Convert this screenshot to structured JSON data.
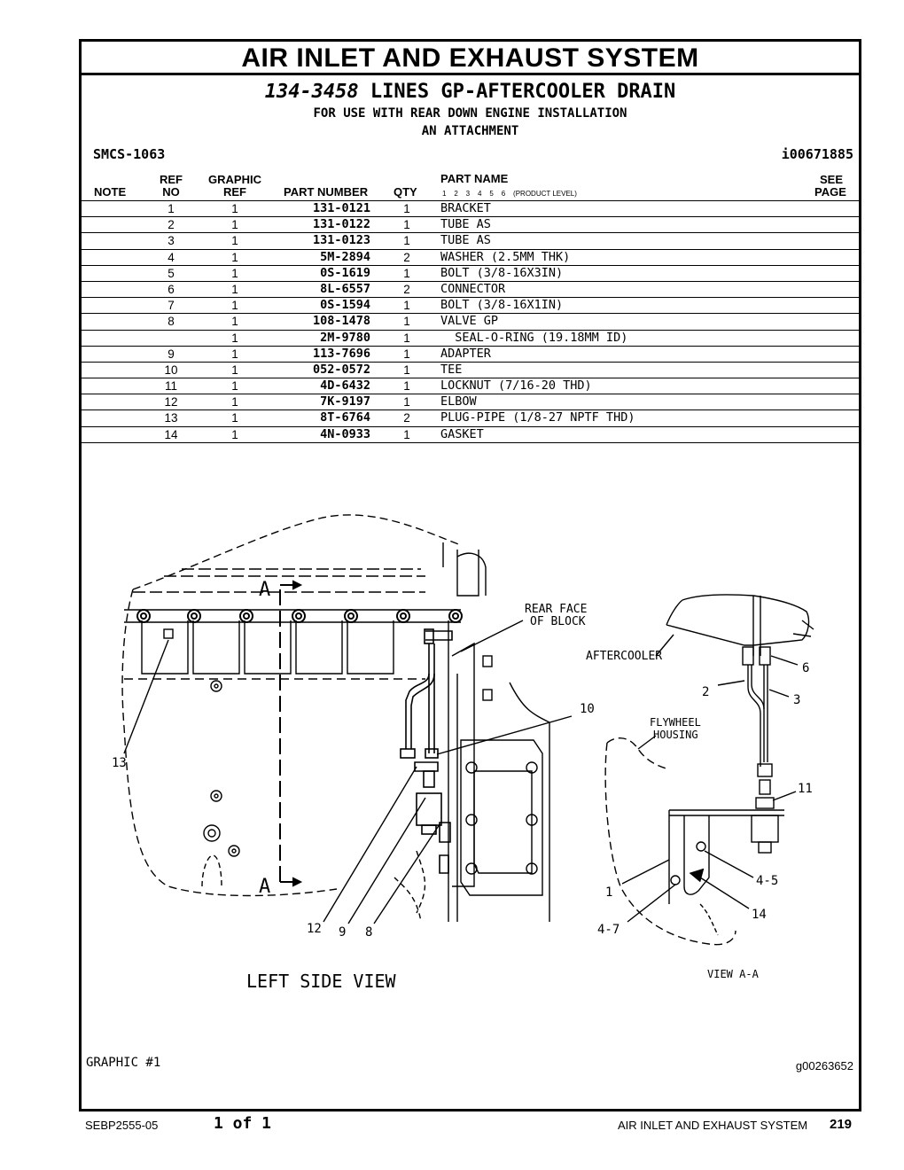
{
  "section_title": "AIR INLET AND EXHAUST SYSTEM",
  "group": {
    "number": "134-3458",
    "name": "LINES GP-AFTERCOOLER DRAIN",
    "note1": "FOR USE WITH REAR DOWN ENGINE INSTALLATION",
    "note2": "AN ATTACHMENT"
  },
  "smcs": "SMCS-1063",
  "doc_id": "i00671885",
  "columns": {
    "note": "NOTE",
    "ref_top": "REF",
    "ref_bottom": "NO",
    "graphic_top": "GRAPHIC",
    "graphic_bottom": "REF",
    "part_number": "PART NUMBER",
    "qty": "QTY",
    "part_name": "PART NAME",
    "product_levels": "1    2    3    4    5    6    (PRODUCT LEVEL)",
    "see_top": "SEE",
    "see_bottom": "PAGE"
  },
  "parts": [
    {
      "ref": "1",
      "graphic": "1",
      "part_number": "131-0121",
      "qty": "1",
      "name": "BRACKET"
    },
    {
      "ref": "2",
      "graphic": "1",
      "part_number": "131-0122",
      "qty": "1",
      "name": "TUBE AS"
    },
    {
      "ref": "3",
      "graphic": "1",
      "part_number": "131-0123",
      "qty": "1",
      "name": "TUBE AS"
    },
    {
      "ref": "4",
      "graphic": "1",
      "part_number": "5M-2894",
      "qty": "2",
      "name": "WASHER (2.5MM THK)"
    },
    {
      "ref": "5",
      "graphic": "1",
      "part_number": "0S-1619",
      "qty": "1",
      "name": "BOLT (3/8-16X3IN)"
    },
    {
      "ref": "6",
      "graphic": "1",
      "part_number": "8L-6557",
      "qty": "2",
      "name": "CONNECTOR"
    },
    {
      "ref": "7",
      "graphic": "1",
      "part_number": "0S-1594",
      "qty": "1",
      "name": "BOLT (3/8-16X1IN)"
    },
    {
      "ref": "8",
      "graphic": "1",
      "part_number": "108-1478",
      "qty": "1",
      "name": "VALVE GP"
    },
    {
      "ref": "",
      "graphic": "1",
      "part_number": "2M-9780",
      "qty": "1",
      "name": "  SEAL-O-RING (19.18MM ID)"
    },
    {
      "ref": "9",
      "graphic": "1",
      "part_number": "113-7696",
      "qty": "1",
      "name": "ADAPTER"
    },
    {
      "ref": "10",
      "graphic": "1",
      "part_number": "052-0572",
      "qty": "1",
      "name": "TEE"
    },
    {
      "ref": "11",
      "graphic": "1",
      "part_number": "4D-6432",
      "qty": "1",
      "name": "LOCKNUT (7/16-20 THD)"
    },
    {
      "ref": "12",
      "graphic": "1",
      "part_number": "7K-9197",
      "qty": "1",
      "name": "ELBOW"
    },
    {
      "ref": "13",
      "graphic": "1",
      "part_number": "8T-6764",
      "qty": "2",
      "name": "PLUG-PIPE (1/8-27 NPTF THD)"
    },
    {
      "ref": "14",
      "graphic": "1",
      "part_number": "4N-0933",
      "qty": "1",
      "name": "GASKET"
    }
  ],
  "drawing": {
    "section_marker": "A",
    "label_rear_face_1": "REAR FACE",
    "label_rear_face_2": "OF BLOCK",
    "label_aftercooler": "AFTERCOOLER",
    "label_flywheel_1": "FLYWHEEL",
    "label_flywheel_2": "HOUSING",
    "callout_13": "13",
    "callout_12": "12",
    "callout_9": "9",
    "callout_8": "8",
    "callout_10": "10",
    "callout_2": "2",
    "callout_3": "3",
    "callout_6": "6",
    "callout_11": "11",
    "callout_4_5": "4-5",
    "callout_1": "1",
    "callout_14": "14",
    "callout_4_7": "4-7",
    "left_view_title": "LEFT SIDE VIEW",
    "view_aa_title": "VIEW A-A"
  },
  "graphic_label": "GRAPHIC #1",
  "graphic_id": "g00263652",
  "footer": {
    "doc_code": "SEBP2555-05",
    "page_of": "1 of 1",
    "section": "AIR INLET AND EXHAUST SYSTEM",
    "page_number": "219"
  }
}
